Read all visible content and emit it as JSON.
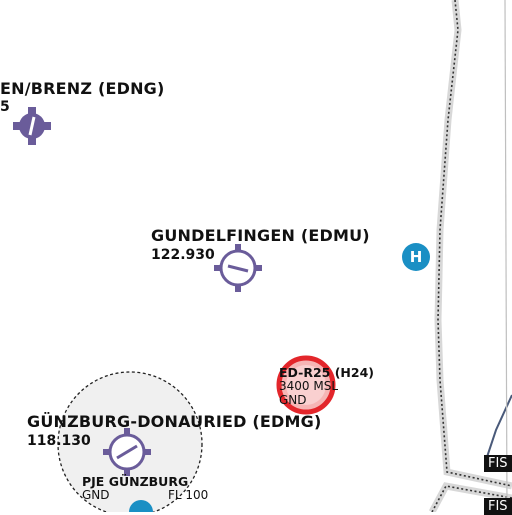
{
  "map": {
    "airports": [
      {
        "name": "EN/BRENZ (EDNG)",
        "frequency": "5"
      },
      {
        "name": "GUNDELFINGEN (EDMU)",
        "frequency": "122.930"
      },
      {
        "name": "GÜNZBURG-DONAURIED (EDMG)",
        "frequency": "118.130"
      }
    ],
    "restricted_area": {
      "name": "ED-R25 (H24)",
      "upper": "3400 MSL",
      "lower": "GND"
    },
    "parachute_zone": {
      "name": "PJE GÜNZBURG",
      "lower": "GND",
      "upper": "FL 100"
    },
    "heliport_symbol": "H",
    "fis_labels": [
      "FIS",
      "FIS"
    ],
    "colors": {
      "airport_symbol": "#6a5c9a",
      "restricted": "#e3262b",
      "heliport": "#1a8fc4",
      "boundary": "#3b3b3b"
    }
  }
}
